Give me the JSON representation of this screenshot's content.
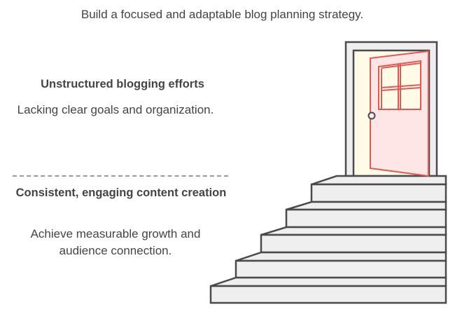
{
  "title": "Build a focused and adaptable blog planning strategy.",
  "sections": [
    {
      "heading": "Unstructured blogging efforts",
      "body": "Lacking clear goals and organization."
    },
    {
      "heading": "Consistent, engaging content creation",
      "body": "Achieve measurable growth and audience connection."
    }
  ],
  "colors": {
    "stroke": "#4a4a4a",
    "stair_fill": "#efefef",
    "door_stroke": "#e05a55",
    "door_fill": "#ffe6e6",
    "doorway_fill": "#fffbe6"
  }
}
